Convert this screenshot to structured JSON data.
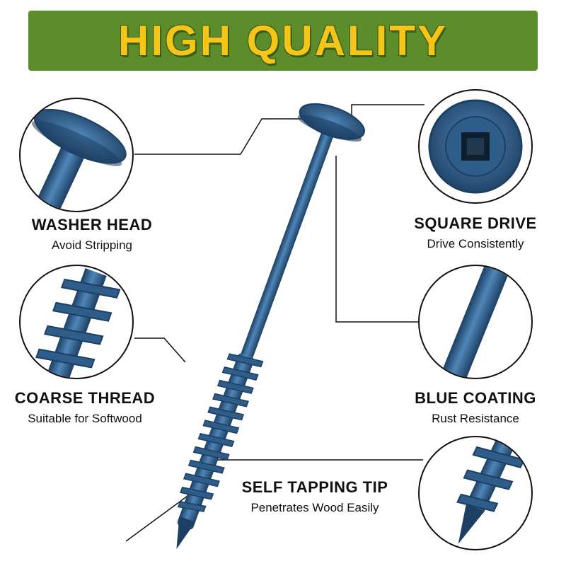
{
  "banner": {
    "title": "HIGH QUALITY"
  },
  "features": [
    {
      "title": "WASHER HEAD",
      "subtitle": "Avoid Stripping"
    },
    {
      "title": "SQUARE DRIVE",
      "subtitle": "Drive Consistently"
    },
    {
      "title": "COARSE THREAD",
      "subtitle": "Suitable for Softwood"
    },
    {
      "title": "BLUE COATING",
      "subtitle": "Rust Resistance"
    },
    {
      "title": "SELF TAPPING TIP",
      "subtitle": "Penetrates Wood Easily"
    }
  ],
  "colors": {
    "banner": "#5d8c2b",
    "banner_text": "#f5c518",
    "screw": "#2f5d8a",
    "screw_dark": "#1d3f63",
    "screw_light": "#4f86b8"
  },
  "icons": [
    "washer-head-icon",
    "square-drive-icon",
    "coarse-thread-icon",
    "blue-coating-icon",
    "self-tapping-tip-icon",
    "screw-image"
  ]
}
